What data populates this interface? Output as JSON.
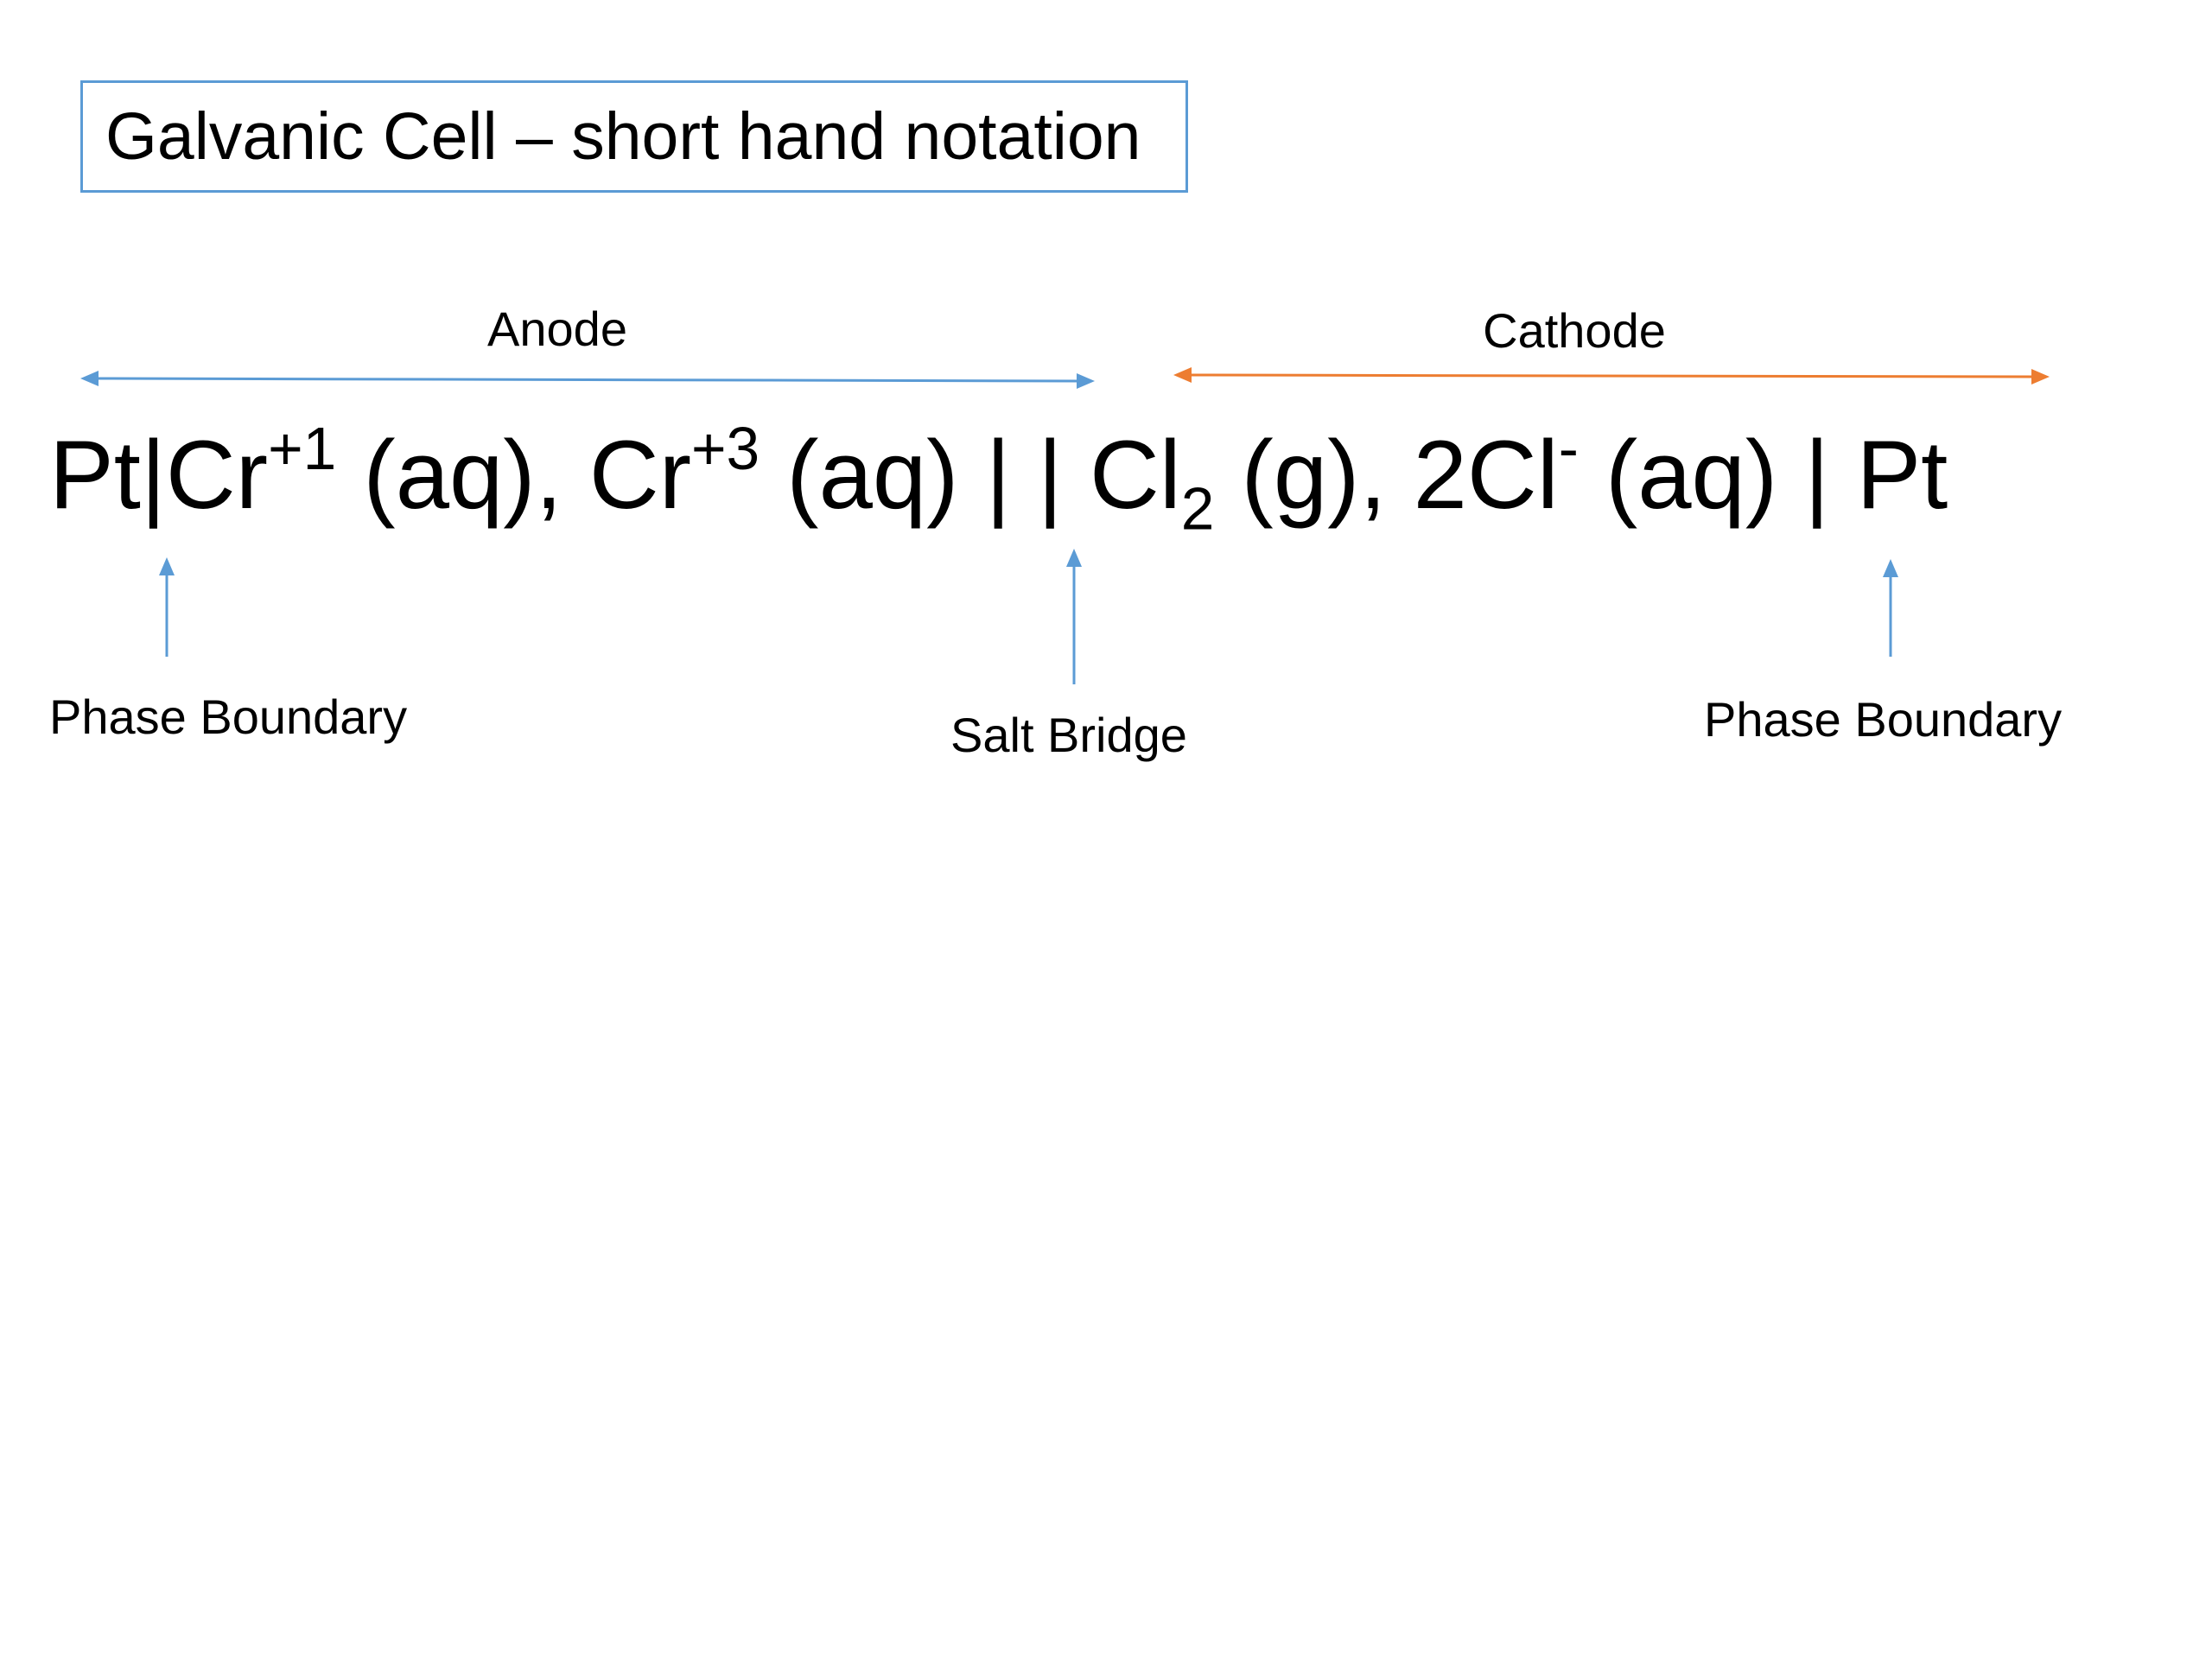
{
  "title": "Galvanic Cell – short hand notation",
  "regions": {
    "anode": {
      "label": "Anode",
      "color": "#5b9bd5"
    },
    "cathode": {
      "label": "Cathode",
      "color": "#ed7d31"
    }
  },
  "notation": {
    "pt_left": "Pt",
    "bar1": "|",
    "cr1_base": "Cr",
    "cr1_charge": "+1",
    "cr1_state": " (aq), ",
    "cr3_base": "Cr",
    "cr3_charge": "+3",
    "cr3_state": " (aq) ",
    "double_bar": "| |",
    "cl2_base": " Cl",
    "cl2_sub": "2",
    "cl2_state": " (g), ",
    "cl_base": "2Cl",
    "cl_charge": "-",
    "cl_state": " (aq) ",
    "bar2": "|",
    "pt_right": " Pt"
  },
  "callouts": {
    "phase_left": "Phase Boundary",
    "salt_bridge": "Salt Bridge",
    "phase_right": "Phase Boundary"
  },
  "arrow_color": "#5b9bd5"
}
